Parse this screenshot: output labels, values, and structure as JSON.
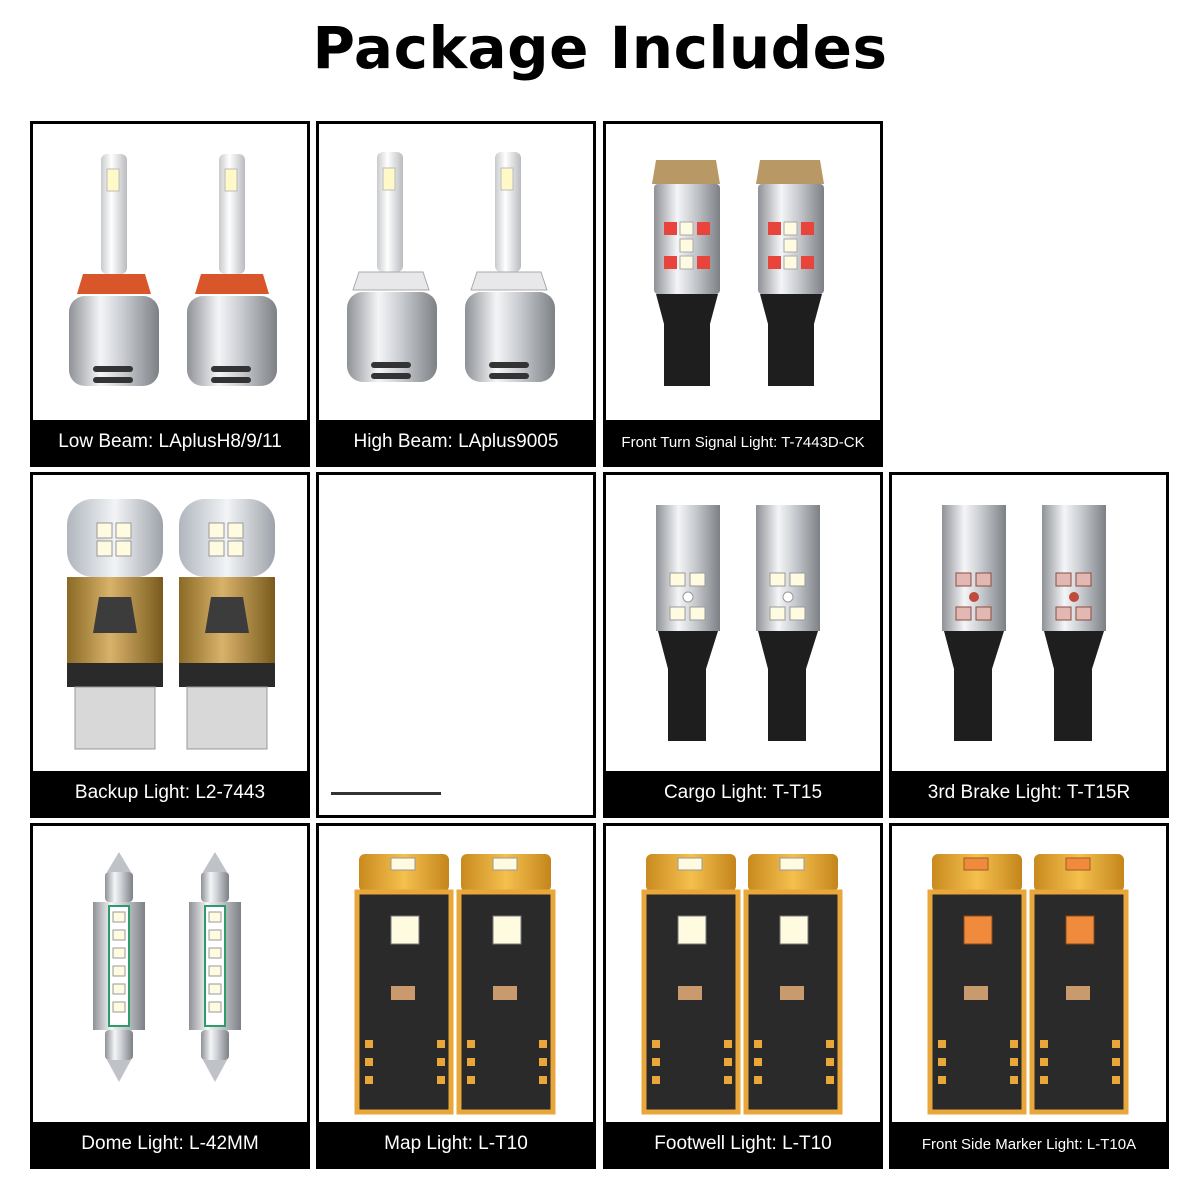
{
  "title": "Package Includes",
  "cards": [
    {
      "label": "Low Beam: LAplusH8/9/11",
      "icon": "h11-headlight-bulb-pair"
    },
    {
      "label": "High Beam: LAplus9005",
      "icon": "9005-headlight-bulb-pair"
    },
    {
      "label": "Front Turn Signal Light: T-7443D-CK",
      "icon": "7443-dual-color-bulb-pair"
    },
    {
      "label": "Backup Light: L2-7443",
      "icon": "7443-backup-bulb-pair"
    },
    {
      "label": "",
      "icon": "empty"
    },
    {
      "label": "Cargo Light: T-T15",
      "icon": "t15-white-bulb-pair"
    },
    {
      "label": "3rd Brake Light: T-T15R",
      "icon": "t15-red-bulb-pair"
    },
    {
      "label": "Dome Light: L-42MM",
      "icon": "festoon-42mm-bulb-pair"
    },
    {
      "label": "Map Light: L-T10",
      "icon": "t10-white-bulb-pair"
    },
    {
      "label": "Footwell Light: L-T10",
      "icon": "t10-white-bulb-pair"
    },
    {
      "label": "Front Side Marker Light: L-T10A",
      "icon": "t10-amber-bulb-pair"
    }
  ],
  "colors": {
    "frame": "#000000",
    "label_bg": "#000000",
    "label_text": "#ffffff",
    "amber_led": "#f08a3c",
    "red_led": "#e8443c",
    "white_led": "#fffbe0",
    "gold": "#e9a63a"
  }
}
